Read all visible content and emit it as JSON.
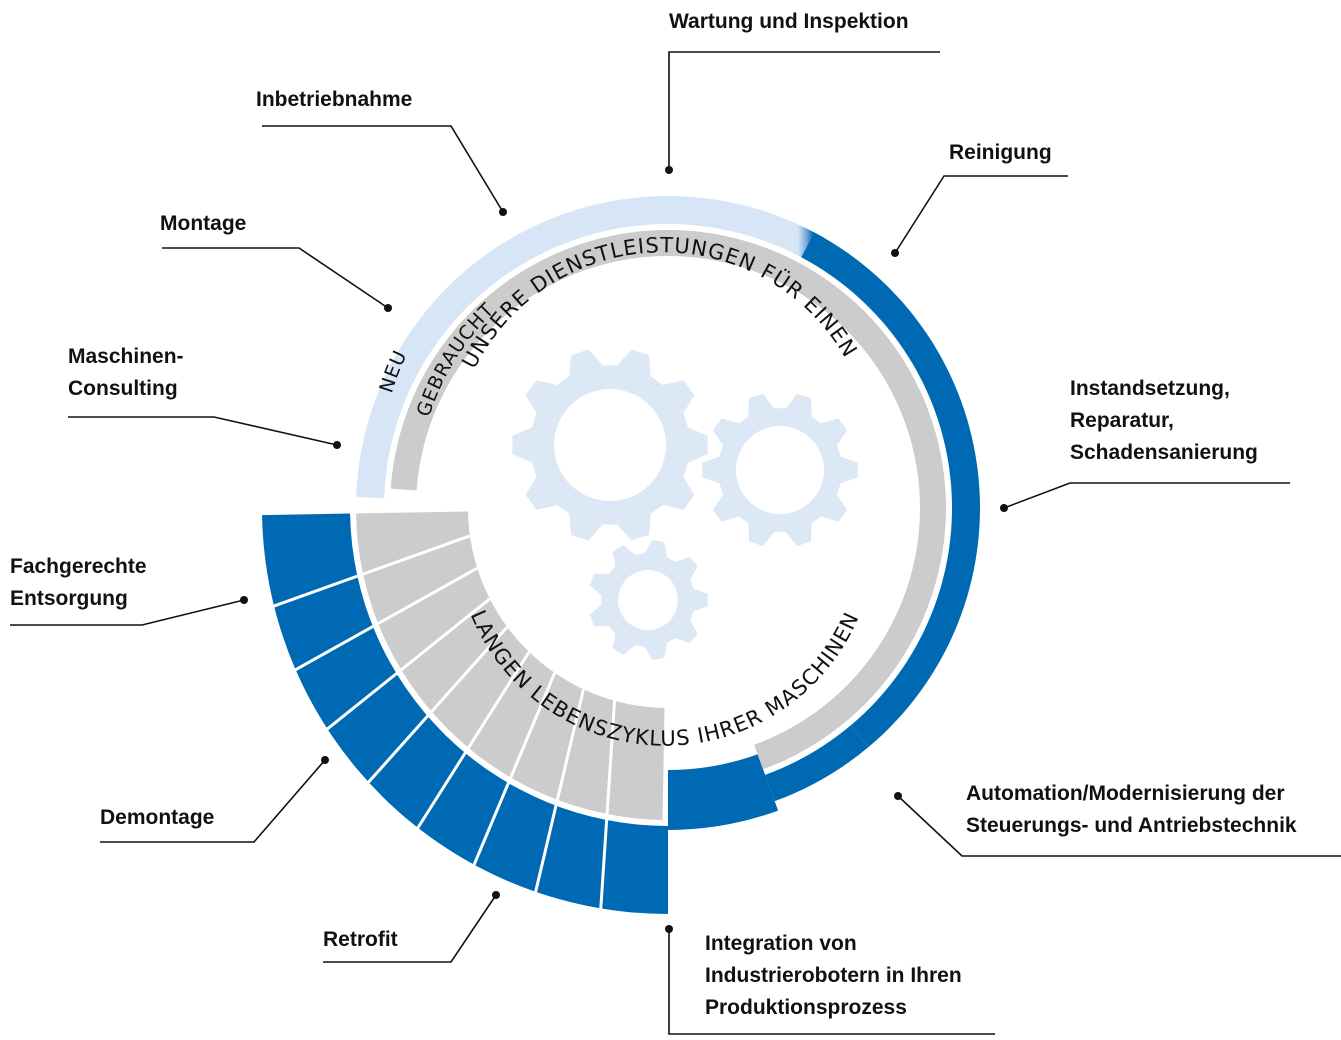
{
  "diagram": {
    "center_text_top": "UNSERE DIENSTLEISTUNGEN FÜR EINEN",
    "center_text_bottom": "LANGEN LEBENSZYKLUS IHRER MASCHINEN",
    "band_outer_label": "NEU",
    "band_inner_label": "GEBRAUCHT",
    "colors": {
      "blue": "#0069b4",
      "light_blue": "#d6e6f6",
      "gray": "#cccccc",
      "gear": "#dce8f5",
      "line": "#111111"
    },
    "icons": [
      "gear-icon",
      "gear-icon",
      "gear-icon"
    ]
  },
  "labels": {
    "wartung": [
      "Wartung und Inspektion"
    ],
    "inbetriebnahme": [
      "Inbetriebnahme"
    ],
    "reinigung": [
      "Reinigung"
    ],
    "montage": [
      "Montage"
    ],
    "maschinen": [
      "Maschinen-",
      "Consulting"
    ],
    "instandsetzung": [
      "Instandsetzung,",
      "Reparatur,",
      "Schadensanierung"
    ],
    "entsorgung": [
      "Fachgerechte",
      "Entsorgung"
    ],
    "automation": [
      "Automation/Modernisierung der",
      "Steuerungs- und Antriebstechnik"
    ],
    "demontage": [
      "Demontage"
    ],
    "retrofit": [
      "Retrofit"
    ],
    "integration": [
      "Integration von",
      "Industrierobotern in Ihren",
      "Produktionsprozess"
    ]
  }
}
